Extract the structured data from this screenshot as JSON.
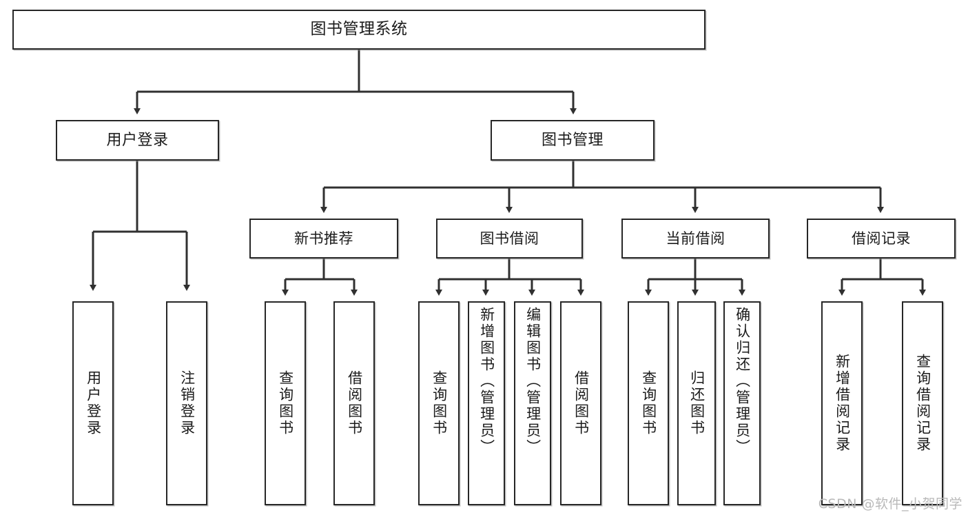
{
  "diagram": {
    "title": "图书管理系统",
    "type": "tree-hierarchy-chart",
    "root": {
      "label": "图书管理系统"
    },
    "level1": [
      {
        "label": "用户登录"
      },
      {
        "label": "图书管理"
      }
    ],
    "level2": [
      {
        "label": "新书推荐"
      },
      {
        "label": "图书借阅"
      },
      {
        "label": "当前借阅"
      },
      {
        "label": "借阅记录"
      }
    ],
    "leaves": {
      "user_login": [
        {
          "label": "用户登录"
        },
        {
          "label": "注销登录"
        }
      ],
      "new_book_recommend": [
        {
          "label": "查询图书"
        },
        {
          "label": "借阅图书"
        }
      ],
      "book_borrow": [
        {
          "label": "查询图书"
        },
        {
          "label": "新增图书（管理员）"
        },
        {
          "label": "编辑图书（管理员）"
        },
        {
          "label": "借阅图书"
        }
      ],
      "current_borrow": [
        {
          "label": "查询图书"
        },
        {
          "label": "归还图书"
        },
        {
          "label": "确认归还（管理员）"
        }
      ],
      "borrow_record": [
        {
          "label": "新增借阅记录"
        },
        {
          "label": "查询借阅记录"
        }
      ]
    }
  },
  "watermark": {
    "text": "CSDN @软件_小贺同学"
  },
  "colors": {
    "border": "#262626",
    "text": "#1b1b1b",
    "background": "#ffffff",
    "connector": "#303030",
    "watermark": "#b9b9b9"
  }
}
